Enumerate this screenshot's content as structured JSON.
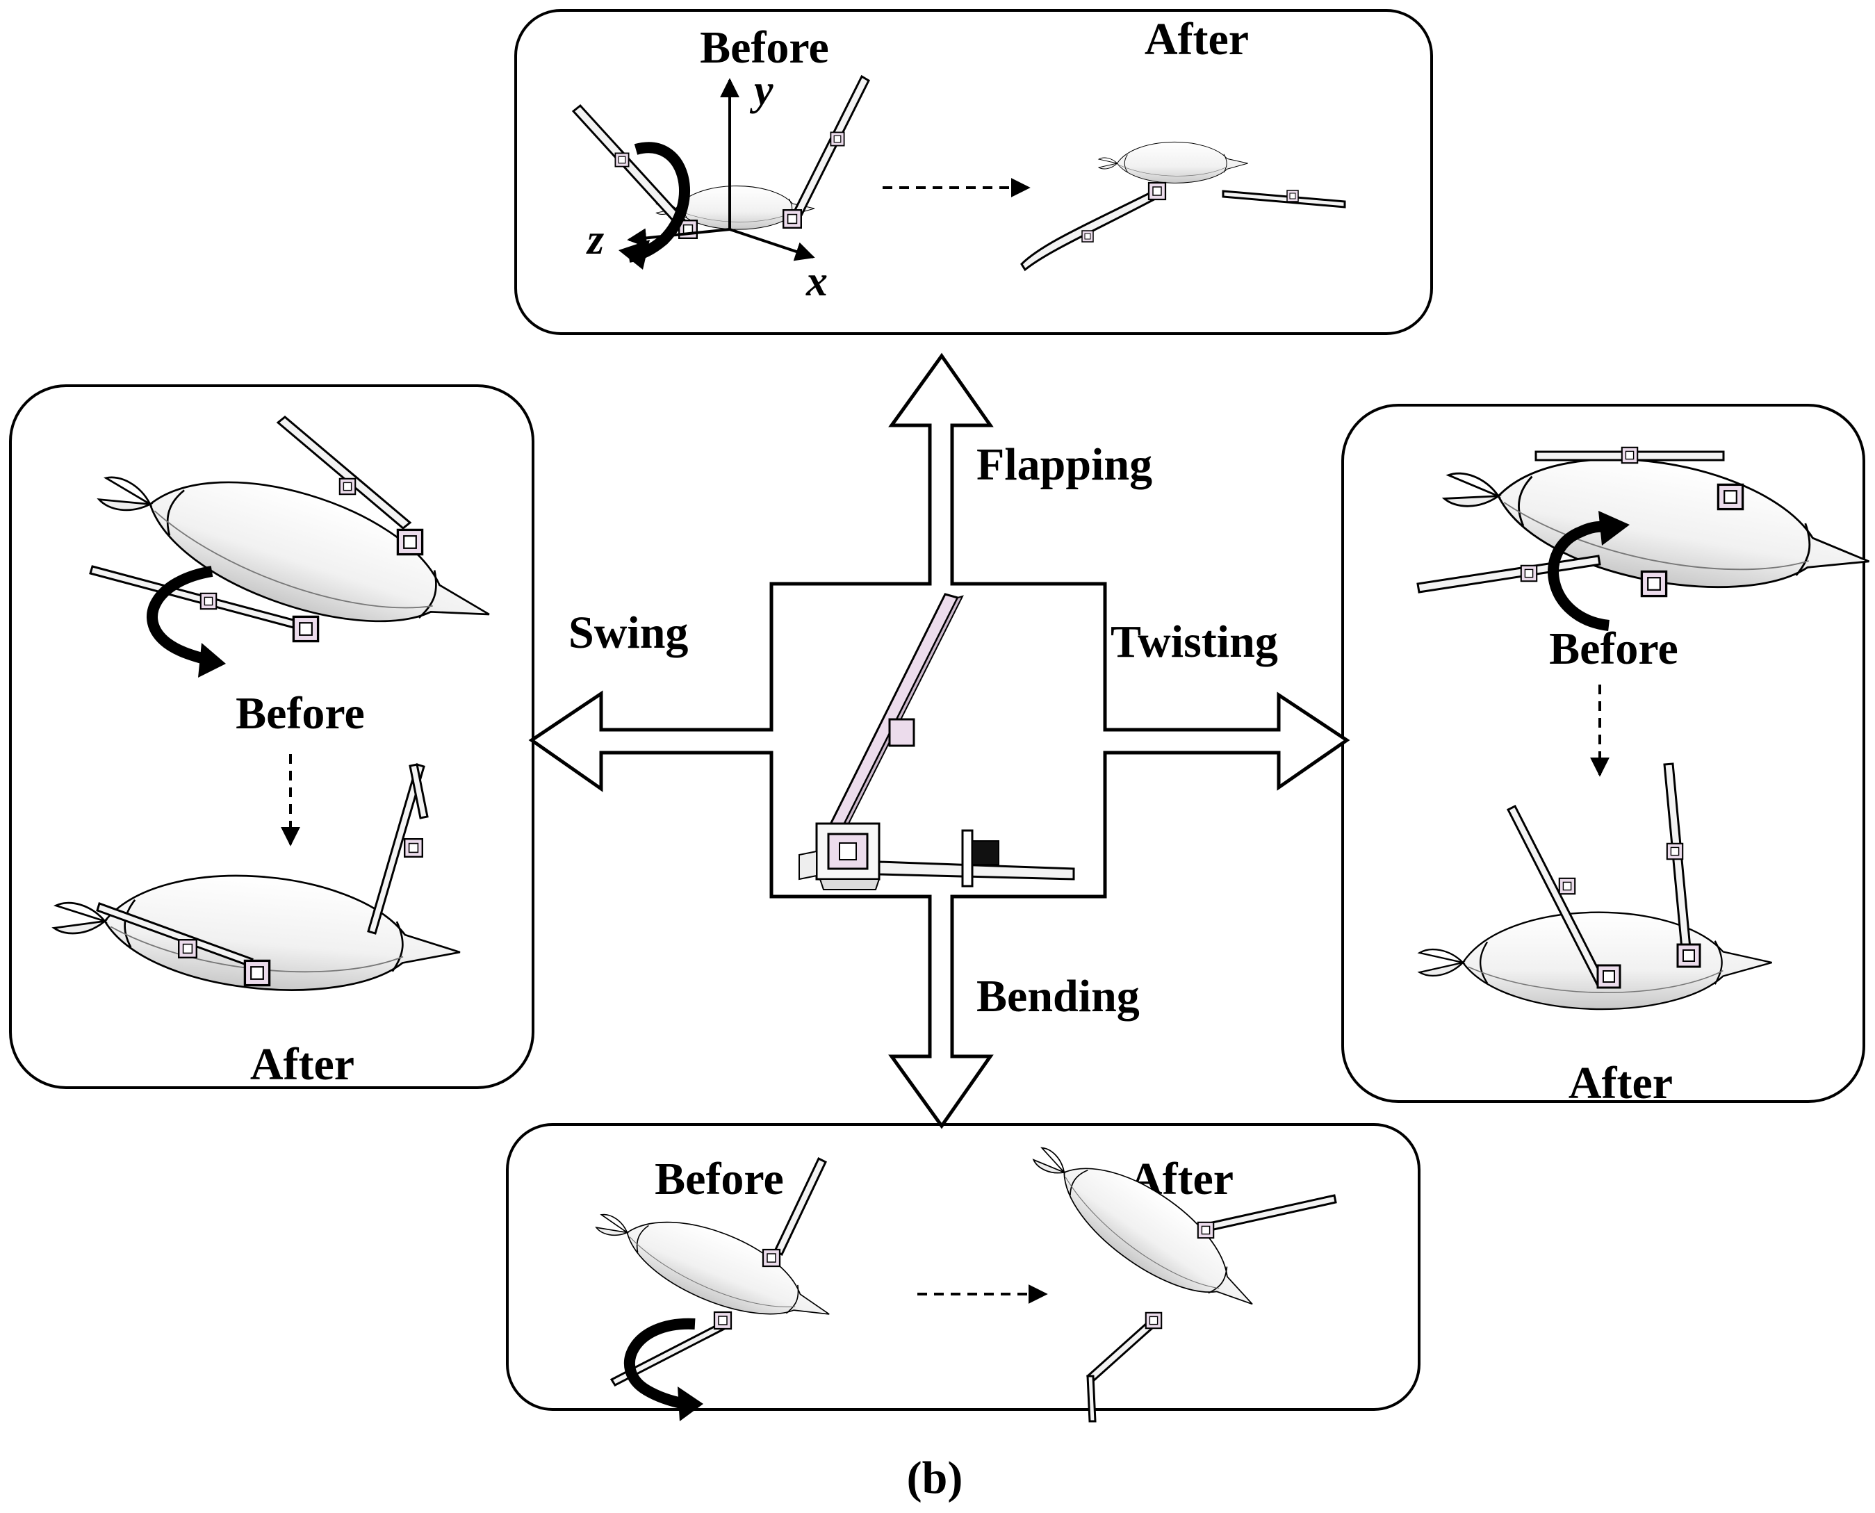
{
  "labels": {
    "before": "Before",
    "after": "After",
    "flapping": "Flapping",
    "swing": "Swing",
    "twisting": "Twisting",
    "bending": "Bending",
    "caption": "(b)"
  },
  "axes": {
    "x": "x",
    "y": "y",
    "z": "z"
  },
  "colors": {
    "stroke": "#000000",
    "body_fill": "#f4f4f4",
    "link_fill": "#ecdcec",
    "background": "#ffffff"
  }
}
